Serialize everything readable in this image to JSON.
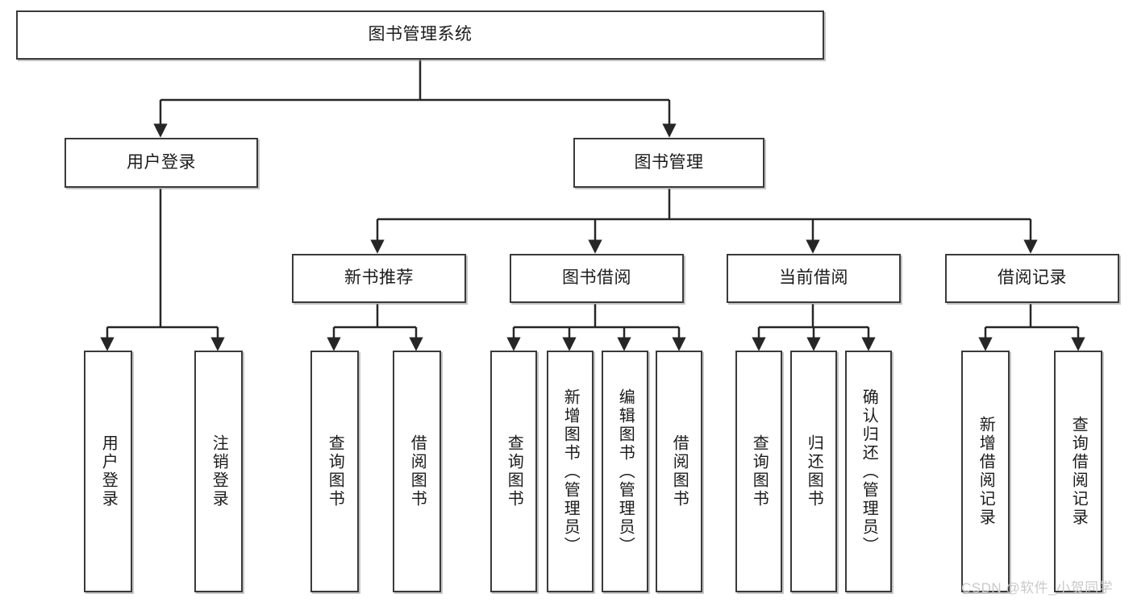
{
  "diagram": {
    "type": "tree-hierarchy-chart",
    "title_node": {
      "label": "图书管理系统"
    },
    "level2": [
      {
        "id": "user-login",
        "label": "用户登录"
      },
      {
        "id": "book-manage",
        "label": "图书管理"
      }
    ],
    "level3": [
      {
        "id": "new-book-recommend",
        "label": "新书推荐"
      },
      {
        "id": "book-borrow",
        "label": "图书借阅"
      },
      {
        "id": "current-borrow",
        "label": "当前借阅"
      },
      {
        "id": "borrow-record",
        "label": "借阅记录"
      }
    ],
    "leaves": {
      "user_login": [
        {
          "id": "leaf-user-login",
          "label": "用户登录"
        },
        {
          "id": "leaf-logout",
          "label": "注销登录"
        }
      ],
      "new_book_recommend": [
        {
          "id": "leaf-query-book-1",
          "label": "查询图书"
        },
        {
          "id": "leaf-borrow-book-1",
          "label": "借阅图书"
        }
      ],
      "book_borrow": [
        {
          "id": "leaf-query-book-2",
          "label": "查询图书"
        },
        {
          "id": "leaf-add-book",
          "label": "新增图书（管理员）"
        },
        {
          "id": "leaf-edit-book",
          "label": "编辑图书（管理员）"
        },
        {
          "id": "leaf-borrow-book-2",
          "label": "借阅图书"
        }
      ],
      "current_borrow": [
        {
          "id": "leaf-query-book-3",
          "label": "查询图书"
        },
        {
          "id": "leaf-return-book",
          "label": "归还图书"
        },
        {
          "id": "leaf-confirm-return",
          "label": "确认归还（管理员）"
        }
      ],
      "borrow_record": [
        {
          "id": "leaf-add-record",
          "label": "新增借阅记录"
        },
        {
          "id": "leaf-query-record",
          "label": "查询借阅记录"
        }
      ]
    },
    "watermark": "CSDN @软件_小贺同学",
    "colors": {
      "box_border": "#3a3a3a",
      "box_fill": "#ffffff",
      "edge": "#262626",
      "text": "#1b1b1b",
      "watermark": "#c9c9c9",
      "shadow": "#969696"
    }
  }
}
